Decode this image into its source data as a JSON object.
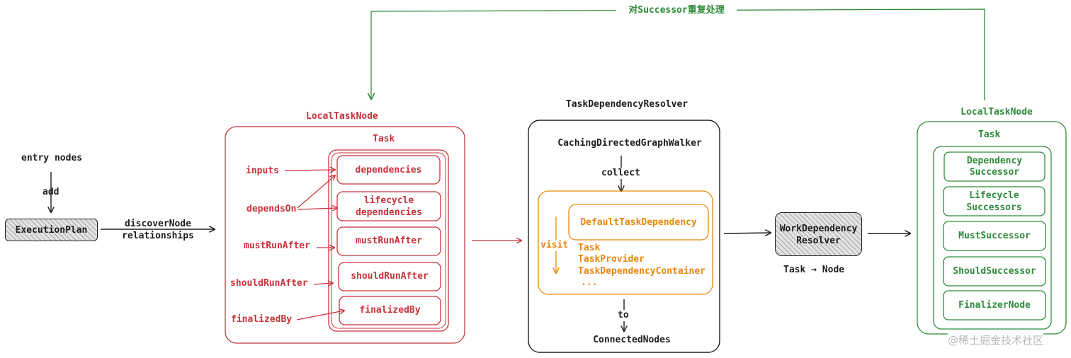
{
  "colors": {
    "black": "#1e1e1e",
    "red": "#c8333b",
    "orange": "#e8870e",
    "green": "#2f8a3a"
  },
  "loop_label": "对Successor重复处理",
  "left": {
    "entry_nodes": "entry nodes",
    "add": "add",
    "execution_plan": "ExecutionPlan",
    "discover_line1": "discoverNode",
    "discover_line2": "relationships"
  },
  "local_task_node_red": {
    "title": "LocalTaskNode",
    "task_title": "Task",
    "inputs": [
      "inputs",
      "dependsOn",
      "mustRunAfter",
      "shouldRunAfter",
      "finalizedBy"
    ],
    "items": [
      {
        "line1": "dependencies",
        "line2": ""
      },
      {
        "line1": "lifecycle",
        "line2": "dependencies"
      },
      {
        "line1": "mustRunAfter",
        "line2": ""
      },
      {
        "line1": "shouldRunAfter",
        "line2": ""
      },
      {
        "line1": "finalizedBy",
        "line2": ""
      }
    ]
  },
  "resolver": {
    "title": "TaskDependencyResolver",
    "walker": "CachingDirectedGraphWalker",
    "collect": "collect",
    "default_dep": "DefaultTaskDependency",
    "visit": "visit",
    "types": [
      "Task",
      "TaskProvider",
      "TaskDependencyContainer",
      "..."
    ],
    "to": "to",
    "connected": "ConnectedNodes"
  },
  "work_resolver": {
    "line1": "WorkDependency",
    "line2": "Resolver",
    "mapping": "Task → Node"
  },
  "local_task_node_green": {
    "title": "LocalTaskNode",
    "task_title": "Task",
    "items": [
      {
        "line1": "Dependency",
        "line2": "Successor"
      },
      {
        "line1": "Lifecycle",
        "line2": "Successors"
      },
      {
        "line1": "MustSuccessor",
        "line2": ""
      },
      {
        "line1": "ShouldSuccessor",
        "line2": ""
      },
      {
        "line1": "FinalizerNode",
        "line2": ""
      }
    ]
  },
  "watermark": "@稀土掘金技术社区"
}
